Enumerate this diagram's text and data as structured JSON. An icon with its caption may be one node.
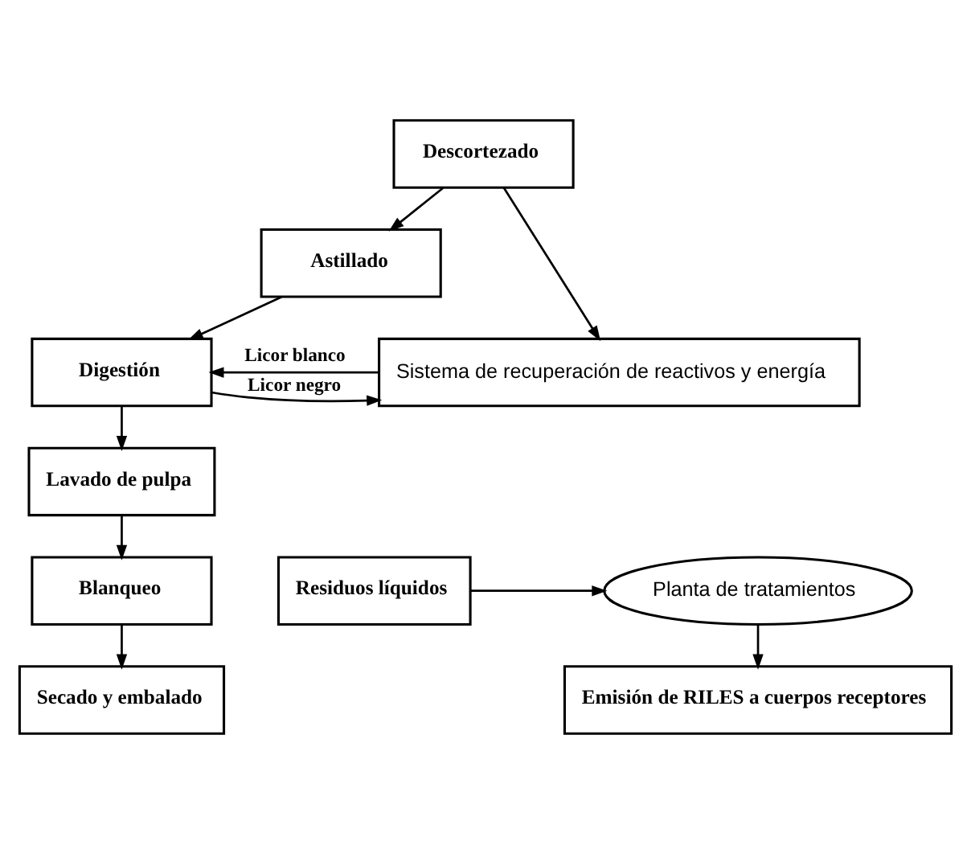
{
  "diagram": {
    "nodes": [
      {
        "text": [
          "Descortezado"
        ]
      },
      {
        "text": [
          "Astillado"
        ]
      },
      {
        "text": [
          "Digestión"
        ]
      },
      {
        "text": [
          "Lavado de pulpa"
        ]
      },
      {
        "text": [
          "Blanqueo"
        ]
      },
      {
        "text": [
          "Secado y embalado"
        ]
      },
      {
        "text": [
          "Sistema de recuperación de reactivos y energía"
        ]
      },
      {
        "text": [
          "Residuos líquidos"
        ]
      },
      {
        "text": [
          "Planta de tratamientos"
        ]
      },
      {
        "text": [
          "Emisión de RILES a cuerpos receptores"
        ]
      }
    ],
    "edges": [
      {
        "from": 0,
        "to": 1,
        "arrow": "to"
      },
      {
        "from": 1,
        "to": 2,
        "arrow": "to"
      },
      {
        "from": 2,
        "to": 3,
        "arrow": "to"
      },
      {
        "from": 3,
        "to": 4,
        "arrow": "to"
      },
      {
        "from": 4,
        "to": 5,
        "arrow": "to"
      },
      {
        "from": 0,
        "to": 6,
        "arrow": "to"
      },
      {
        "from": 2,
        "to": 6,
        "arrow": "to",
        "label": "Licor negro"
      },
      {
        "from": 6,
        "to": 2,
        "arrow": "to",
        "label": "Licor blanco"
      },
      {
        "from": 7,
        "to": 8,
        "arrow": "to"
      },
      {
        "from": 8,
        "to": 9,
        "arrow": "to"
      }
    ]
  }
}
